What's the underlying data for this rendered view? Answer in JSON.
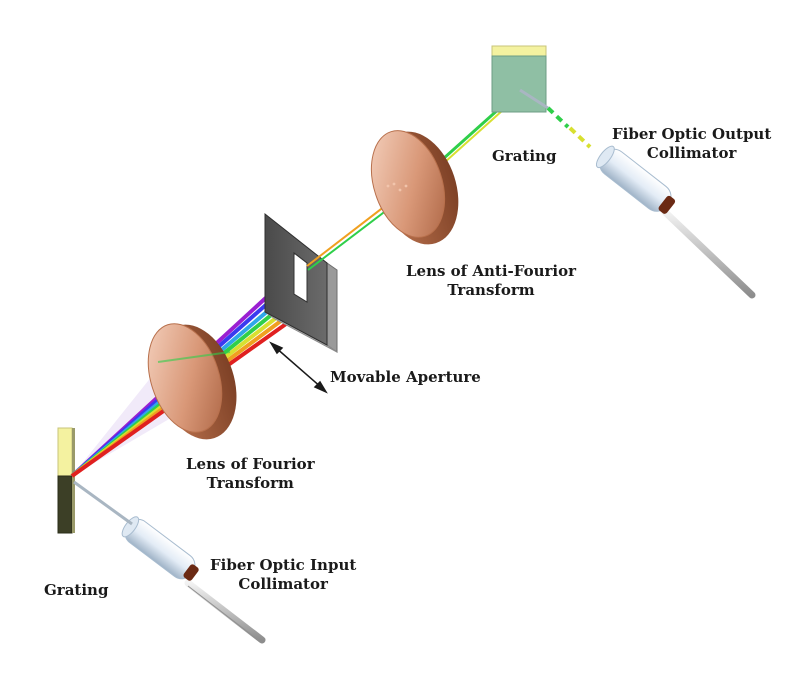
{
  "labels": {
    "grating_input": "Grating",
    "grating_output": "Grating",
    "fiber_input": [
      "Fiber Optic Input",
      "Collimator"
    ],
    "fiber_output": [
      "Fiber Optic Output",
      "Collimator"
    ],
    "lens_fourier": [
      "Lens of Fourior",
      "Transform"
    ],
    "lens_anti_fourier": [
      "Lens of Anti-Fourior",
      "Transform"
    ],
    "aperture": "Movable Aperture"
  },
  "colors": {
    "grating_yellow": "#f4f2a0",
    "grating_dark": "#3c3f26",
    "grating_out_teal": "#8fbfa4",
    "lens": "#d89a7a",
    "collimator": "#eef4fb",
    "spectrum": [
      "#9b1fd1",
      "#3a3af0",
      "#2fa7e8",
      "#2fcf4a",
      "#d8e030",
      "#f0a020",
      "#e02020"
    ],
    "recombined_beam": "#a8d84a"
  }
}
